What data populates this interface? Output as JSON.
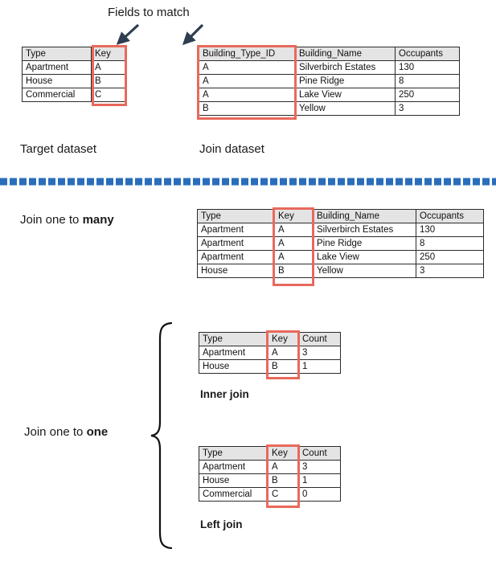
{
  "annotations": {
    "fields_to_match": "Fields to match",
    "target_dataset_label": "Target dataset",
    "join_dataset_label": "Join dataset",
    "join_one_to_many_prefix": "Join one to ",
    "join_one_to_many_emphasis": "many",
    "join_one_to_one_prefix": "Join one to ",
    "join_one_to_one_emphasis": "one",
    "inner_join_label": "Inner join",
    "left_join_label": "Left join"
  },
  "colors": {
    "highlight_red": "#e8695c",
    "arrow_navy": "#2e3d50",
    "divider_blue": "#2a6ebb",
    "header_gray": "#e4e4e4",
    "border_dark": "#2b2b2b"
  },
  "icons": {
    "arrow_left_target": "arrow-down-left-icon",
    "arrow_right_join": "arrow-down-left-icon",
    "divider": "dashed-divider-icon",
    "brace": "curly-brace-icon"
  },
  "target_table": {
    "headers": [
      "Type",
      "Key"
    ],
    "rows": [
      [
        "Apartment",
        "A"
      ],
      [
        "House",
        "B"
      ],
      [
        "Commercial",
        "C"
      ]
    ],
    "highlight_column": "Key"
  },
  "join_table": {
    "headers": [
      "Building_Type_ID",
      "Building_Name",
      "Occupants"
    ],
    "rows": [
      [
        "A",
        "Silverbirch Estates",
        "130"
      ],
      [
        "A",
        "Pine Ridge",
        "8"
      ],
      [
        "A",
        "Lake View",
        "250"
      ],
      [
        "B",
        "Yellow",
        "3"
      ]
    ],
    "highlight_column": "Building_Type_ID"
  },
  "one_to_many_table": {
    "headers": [
      "Type",
      "Key",
      "Building_Name",
      "Occupants"
    ],
    "rows": [
      [
        "Apartment",
        "A",
        "Silverbirch Estates",
        "130"
      ],
      [
        "Apartment",
        "A",
        "Pine Ridge",
        "8"
      ],
      [
        "Apartment",
        "A",
        "Lake View",
        "250"
      ],
      [
        "House",
        "B",
        "Yellow",
        "3"
      ]
    ],
    "highlight_column": "Key"
  },
  "inner_join_table": {
    "headers": [
      "Type",
      "Key",
      "Count"
    ],
    "rows": [
      [
        "Apartment",
        "A",
        "3"
      ],
      [
        "House",
        "B",
        "1"
      ]
    ],
    "highlight_column": "Key"
  },
  "left_join_table": {
    "headers": [
      "Type",
      "Key",
      "Count"
    ],
    "rows": [
      [
        "Apartment",
        "A",
        "3"
      ],
      [
        "House",
        "B",
        "1"
      ],
      [
        "Commercial",
        "C",
        "0"
      ]
    ],
    "highlight_column": "Key"
  }
}
